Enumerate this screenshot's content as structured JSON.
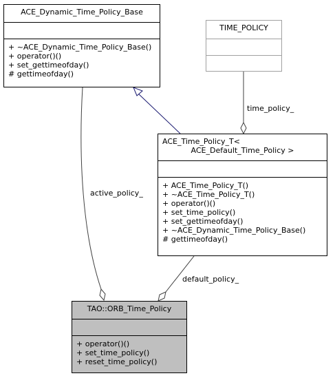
{
  "classes": {
    "dynamic_base": {
      "title": [
        "ACE_Dynamic_Time_Policy_Base"
      ],
      "attributes": [],
      "operations": [
        "+ ~ACE_Dynamic_Time_Policy_Base()",
        "+ operator()()",
        "+ set_gettimeofday()",
        "# gettimeofday()"
      ]
    },
    "time_policy": {
      "title": [
        "TIME_POLICY"
      ],
      "attributes": [],
      "operations": []
    },
    "time_policy_t": {
      "title": [
        "ACE_Time_Policy_T<",
        "ACE_Default_Time_Policy >"
      ],
      "attributes": [],
      "operations": [
        "+ ACE_Time_Policy_T()",
        "+ ~ACE_Time_Policy_T()",
        "+ operator()()",
        "+ set_time_policy()",
        "+ set_gettimeofday()",
        "+ ~ACE_Dynamic_Time_Policy_Base()",
        "# gettimeofday()"
      ]
    },
    "orb_time_policy": {
      "title": [
        "TAO::ORB_Time_Policy"
      ],
      "attributes": [],
      "operations": [
        "+ operator()()",
        "+ set_time_policy()",
        "+ reset_time_policy()"
      ]
    }
  },
  "edges": {
    "time_policy_label": "time_policy_",
    "active_policy_label": "active_policy_",
    "default_policy_label": "default_policy_"
  },
  "colors": {
    "inheritance_edge": "#191970",
    "association_edge": "#404040",
    "highlight_fill": "#bfbfbf",
    "template_param_border": "#a0a0a0"
  }
}
